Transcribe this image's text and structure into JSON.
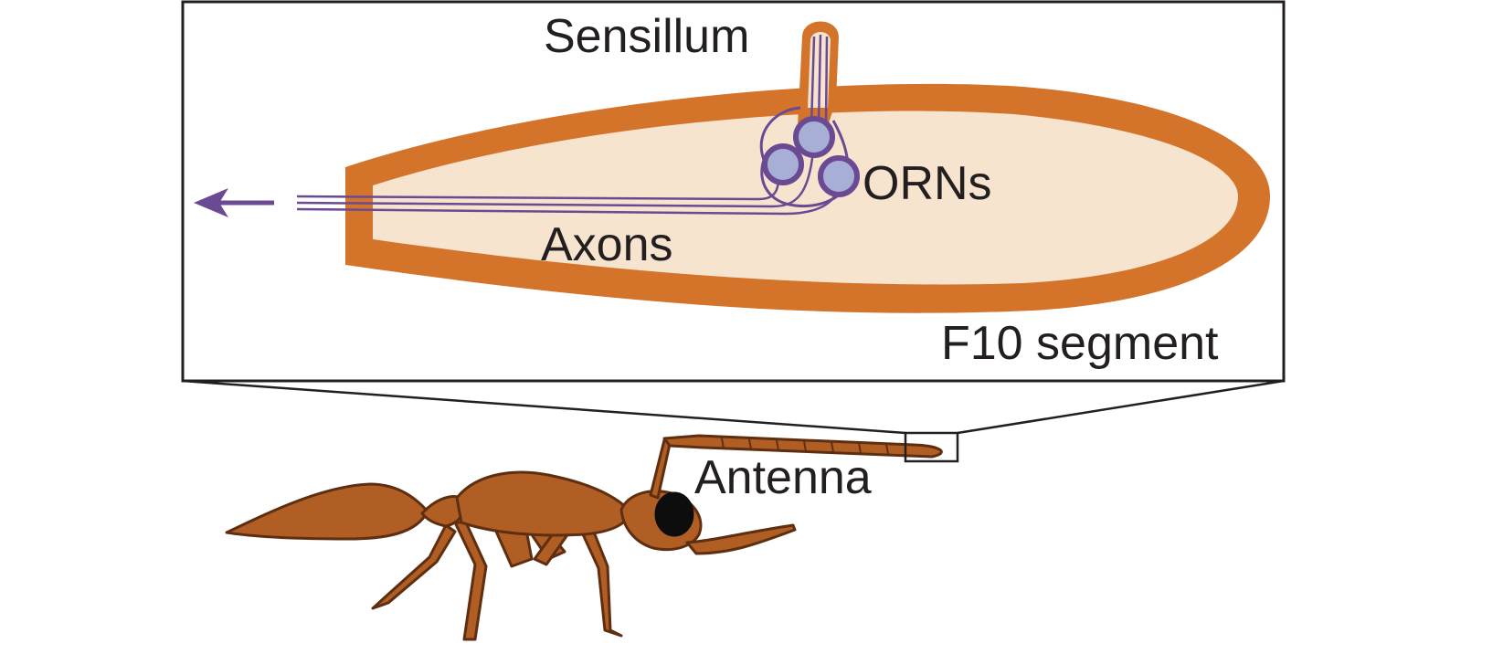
{
  "labels": {
    "sensillum": "Sensillum",
    "orns": "ORNs",
    "axons": "Axons",
    "segment": "F10 segment",
    "antenna": "Antenna"
  },
  "colors": {
    "cuticle": "#d4732a",
    "segment_interior": "#f7e4cf",
    "neuron": "#6a4a92",
    "neuron_fill": "#a7afd6",
    "ant_body": "#b05e24",
    "ant_outline": "#5e2e10",
    "eye": "#0d0d0d",
    "frame": "#231f20"
  }
}
